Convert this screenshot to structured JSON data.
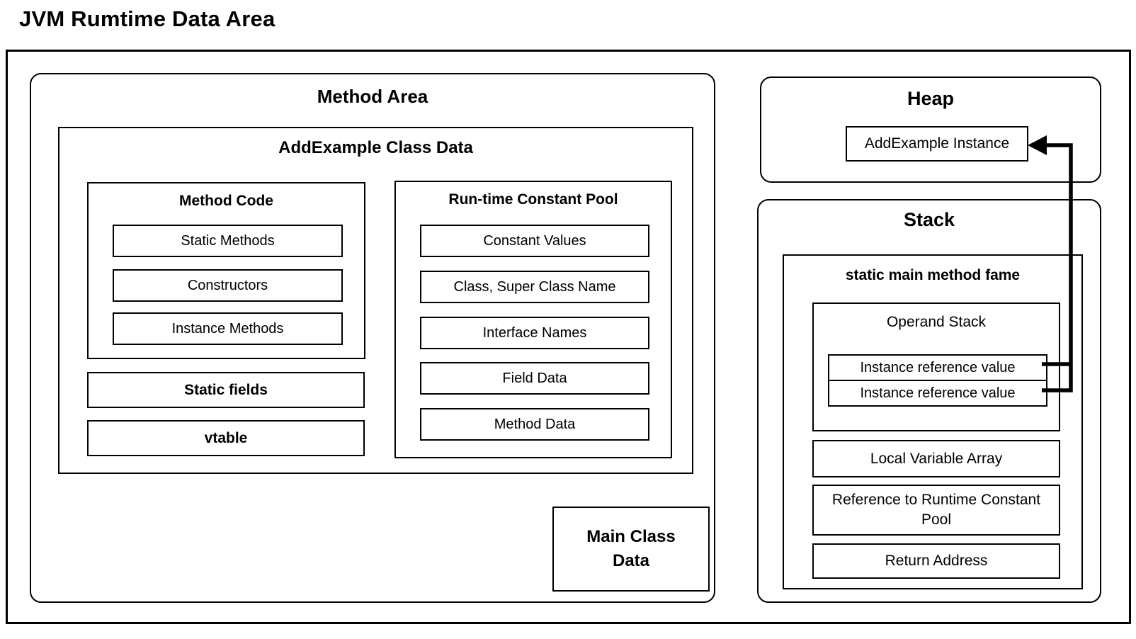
{
  "page_title": "JVM Rumtime Data Area",
  "colors": {
    "line": "#000000",
    "background": "#ffffff",
    "text": "#000000"
  },
  "icons": {
    "reference_arrow": "left-arrowhead"
  },
  "method_area": {
    "title": "Method Area",
    "add_example_class_data": {
      "title": "AddExample Class Data",
      "method_code": {
        "title": "Method Code",
        "items": [
          "Static Methods",
          "Constructors",
          "Instance Methods"
        ]
      },
      "runtime_constant_pool": {
        "title": "Run-time Constant Pool",
        "items": [
          "Constant Values",
          "Class, Super Class Name",
          "Interface Names",
          "Field Data",
          "Method Data"
        ]
      },
      "static_fields_label": "Static fields",
      "vtable_label": "vtable"
    },
    "main_class_data_label": "Main Class Data"
  },
  "heap": {
    "title": "Heap",
    "instance_label": "AddExample Instance"
  },
  "stack": {
    "title": "Stack",
    "frame": {
      "title": "static main method fame",
      "operand_stack": {
        "title": "Operand Stack",
        "items": [
          "Instance reference value",
          "Instance reference value"
        ]
      },
      "local_variable_array_label": "Local Variable Array",
      "reference_to_runtime_constant_pool_label": "Reference to Runtime Constant Pool",
      "return_address_label": "Return Address"
    }
  }
}
